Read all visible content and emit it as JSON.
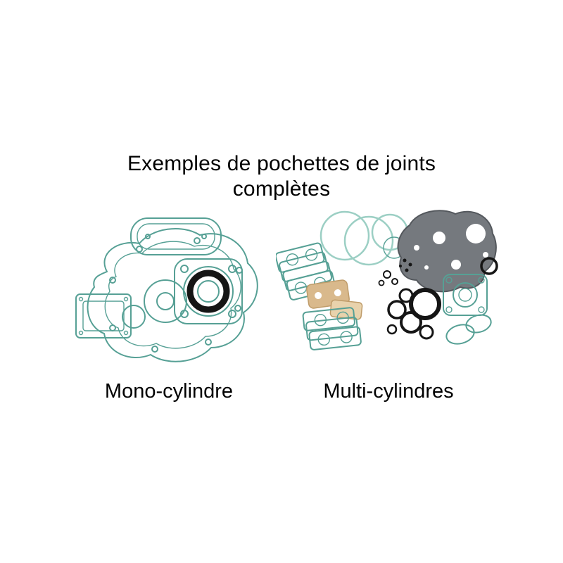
{
  "title": {
    "line1": "Exemples de pochettes de joints",
    "line2": "complètes"
  },
  "figures": {
    "left": {
      "label": "Mono-cylindre"
    },
    "right": {
      "label": "Multi-cylindres"
    }
  },
  "colors": {
    "teal": "#56a095",
    "light_teal": "#9ccfc4",
    "dark_fill": "#75797e",
    "dark_stroke": "#54585d",
    "tan": "#d9b98c",
    "tan_light": "#e8d2ac",
    "tan_stroke": "#bf9c6a",
    "black_ring": "#151515",
    "text": "#000000"
  }
}
